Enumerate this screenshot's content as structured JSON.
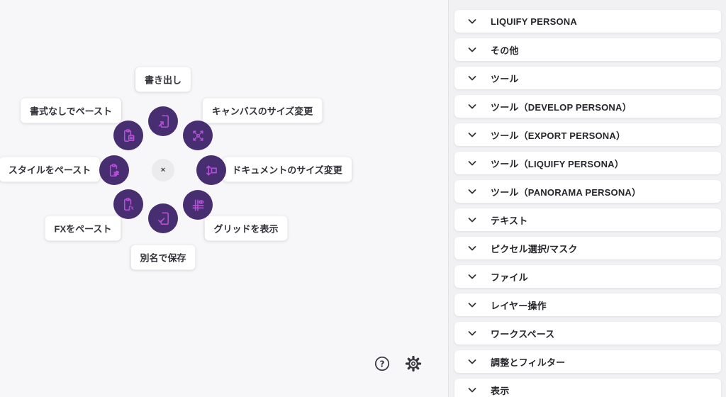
{
  "canvas": {
    "radial_menu": {
      "center_symbol": "×",
      "items": [
        {
          "label": "書き出し",
          "icon": "export-icon",
          "position": "top"
        },
        {
          "label": "キャンバスのサイズ変更",
          "icon": "resize-canvas-icon",
          "position": "top-right"
        },
        {
          "label": "ドキュメントのサイズ変更",
          "icon": "resize-document-icon",
          "position": "right"
        },
        {
          "label": "グリッドを表示",
          "icon": "show-grid-icon",
          "position": "bottom-right"
        },
        {
          "label": "別名で保存",
          "icon": "save-as-icon",
          "position": "bottom"
        },
        {
          "label": "FXをペースト",
          "icon": "paste-fx-icon",
          "position": "bottom-left"
        },
        {
          "label": "スタイルをペースト",
          "icon": "paste-style-icon",
          "position": "left"
        },
        {
          "label": "書式なしでペースト",
          "icon": "paste-plain-icon",
          "position": "top-left"
        }
      ]
    },
    "footer": {
      "help_icon": "question-mark-circle",
      "settings_icon": "gear"
    }
  },
  "panel": {
    "sections": [
      {
        "label": "LIQUIFY PERSONA"
      },
      {
        "label": "その他"
      },
      {
        "label": "ツール"
      },
      {
        "label": "ツール（DEVELOP PERSONA）"
      },
      {
        "label": "ツール（EXPORT PERSONA）"
      },
      {
        "label": "ツール（LIQUIFY PERSONA）"
      },
      {
        "label": "ツール（PANORAMA PERSONA）"
      },
      {
        "label": "テキスト"
      },
      {
        "label": "ピクセル選択/マスク"
      },
      {
        "label": "ファイル"
      },
      {
        "label": "レイヤー操作"
      },
      {
        "label": "ワークスペース"
      },
      {
        "label": "調整とフィルター"
      },
      {
        "label": "表示"
      }
    ]
  },
  "colors": {
    "icon_circle_bg": "#462e70",
    "icon_glyph": "#b44fd6",
    "canvas_bg": "#f7f6f8",
    "panel_bg": "#f1f0f2",
    "card_bg": "#ffffff",
    "text": "#2c2c33"
  }
}
